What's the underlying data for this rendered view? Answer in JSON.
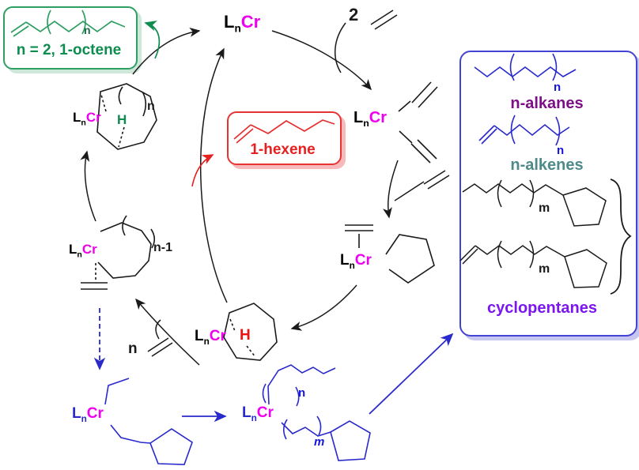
{
  "formula": {
    "ligand": "L",
    "ligand_sub": "n",
    "metal": "Cr"
  },
  "labels": {
    "two_ethylene": "2",
    "ring_size_n": "n",
    "ring_size_n_minus_1": "n-1",
    "n_ethylene": "n",
    "hydride": "H",
    "chain_repeat_n": "n",
    "chain_repeat_m": "m"
  },
  "octene_box": {
    "caption": "n = 2, 1-octene",
    "repeat": "n"
  },
  "hexene_box": {
    "caption": "1-hexene"
  },
  "product_box": {
    "alkanes_caption": "n-alkanes",
    "alkenes_caption": "n-alkenes",
    "cyclopentanes_caption": "cyclopentanes",
    "repeat_n": "n",
    "repeat_m": "m"
  },
  "colors": {
    "metal_cr": "#ee00ee",
    "green": "#0f8c4f",
    "red": "#e62020",
    "blue": "#2929cc",
    "purple": "#7d0f86",
    "teal": "#4e8a8a",
    "violet": "#7c16f0",
    "black": "#1a1a1a"
  }
}
